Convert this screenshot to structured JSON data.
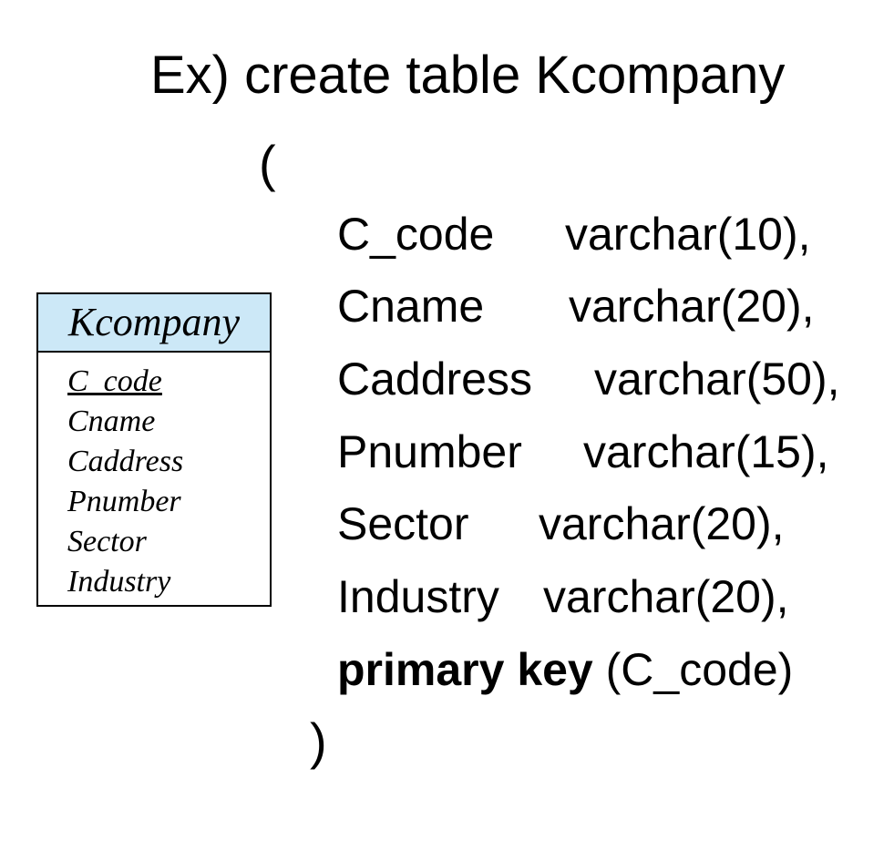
{
  "statement": {
    "title": "Ex) create table Kcompany",
    "open_paren": "(",
    "close_paren": ")",
    "columns": [
      {
        "name": "C_code",
        "type": "varchar(10),"
      },
      {
        "name": "Cname",
        "type": "varchar(20),"
      },
      {
        "name": "Caddress",
        "type": "varchar(50),"
      },
      {
        "name": "Pnumber",
        "type": "varchar(15),"
      },
      {
        "name": "Sector",
        "type": "varchar(20),"
      },
      {
        "name": "Industry",
        "type": "varchar(20),"
      }
    ],
    "primary_key_keyword": "primary key",
    "primary_key_columns": "(C_code)"
  },
  "entity": {
    "name": "Kcompany",
    "attributes": [
      "C_code",
      "Cname",
      "Caddress",
      "Pnumber",
      "Sector",
      "Industry"
    ],
    "key_attribute": "C_code",
    "header_color": "#cce8f7"
  }
}
